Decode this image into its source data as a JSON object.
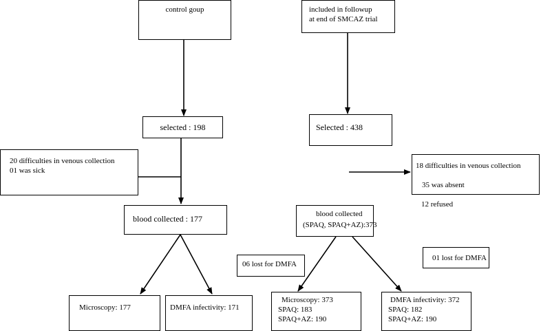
{
  "left": {
    "control_group": "control goup",
    "selected": "selected : 198",
    "exclusion_1": "20 difficulties in venous collection",
    "exclusion_2": "01 was sick",
    "blood_collected": "blood collected : 177",
    "lost": "06 lost for DMFA",
    "microscopy": "Microscopy: 177",
    "dmfa": "DMFA infectivity: 171"
  },
  "right": {
    "followup_1": "included in followup",
    "followup_2": "at end of SMCAZ trial",
    "selected": "Selected : 438",
    "exclusion_1": "18 difficulties in venous collection",
    "exclusion_2": "35 was absent",
    "refused": "12 refused",
    "blood_collected_1": "blood collected",
    "blood_collected_2": "(SPAQ, SPAQ+AZ):373",
    "lost": "01 lost for DMFA",
    "microscopy_1": "Microscopy: 373",
    "microscopy_2": "SPAQ: 183",
    "microscopy_3": "SPAQ+AZ: 190",
    "dmfa_1": "DMFA infectivity: 372",
    "dmfa_2": "SPAQ: 182",
    "dmfa_3": "SPAQ+AZ: 190"
  }
}
